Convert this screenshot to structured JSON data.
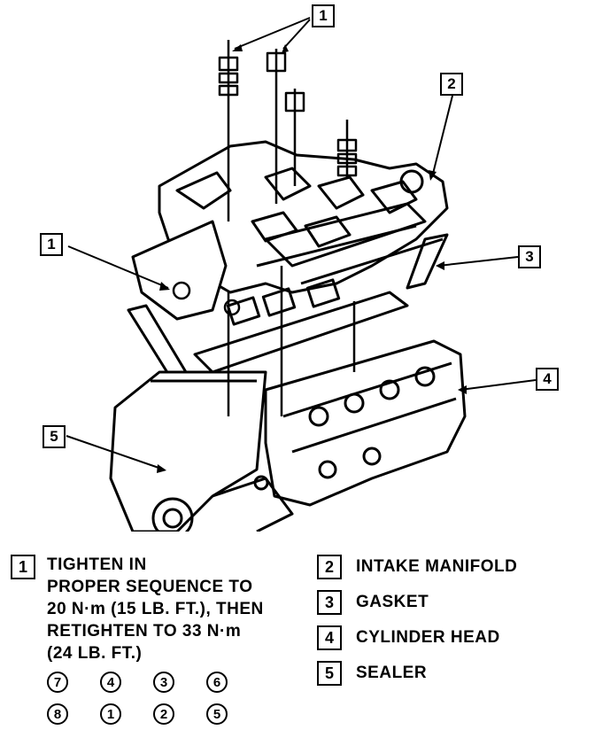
{
  "callouts": {
    "top_bolts": "1",
    "left_bolt": "1",
    "manifold": "2",
    "gasket": "3",
    "head": "4",
    "sealer": "5"
  },
  "legend": {
    "item1": {
      "number": "1",
      "lines": [
        "TIGHTEN IN",
        "PROPER SEQUENCE TO",
        "20 N·m (15 LB. FT.), THEN",
        "RETIGHTEN TO 33 N·m",
        "(24 LB. FT.)"
      ]
    },
    "item2": {
      "number": "2",
      "label": "INTAKE MANIFOLD"
    },
    "item3": {
      "number": "3",
      "label": "GASKET"
    },
    "item4": {
      "number": "4",
      "label": "CYLINDER HEAD"
    },
    "item5": {
      "number": "5",
      "label": "SEALER"
    }
  },
  "sequence": {
    "row1": [
      "7",
      "4",
      "3",
      "6"
    ],
    "row2": [
      "8",
      "1",
      "2",
      "5"
    ]
  }
}
